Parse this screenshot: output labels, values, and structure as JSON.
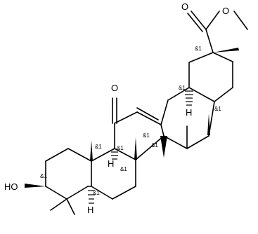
{
  "molecule": {
    "atoms": {
      "ester_O_carbonyl": "O",
      "ester_O_methoxy": "O",
      "ketone_O": "O",
      "hydroxyl": "HO",
      "H_C9": "H",
      "H_C18": "H",
      "H_C5": "H"
    },
    "stereo_label": "&1"
  }
}
